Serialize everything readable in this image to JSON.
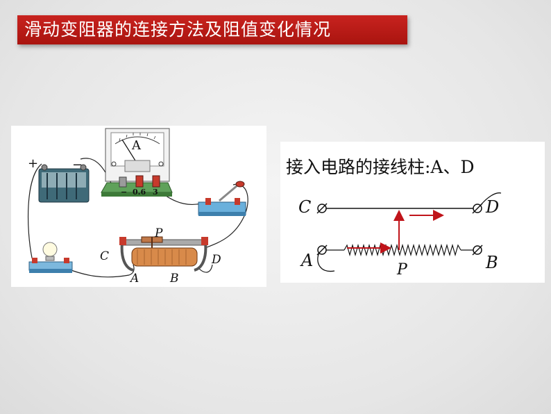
{
  "slide": {
    "title": "滑动变阻器的连接方法及阻值变化情况"
  },
  "circuit_photo": {
    "battery_plus": "+",
    "battery_minus": "−",
    "ammeter_symbol": "A",
    "ammeter_terminal_minus": "−",
    "ammeter_terminal_06": "0.6",
    "ammeter_terminal_3": "3",
    "label_p": "P",
    "label_c": "C",
    "label_d": "D",
    "label_a": "A",
    "label_b": "B"
  },
  "schematic": {
    "caption": "接入电路的接线柱:A、D",
    "label_c": "C",
    "label_d": "D",
    "label_a": "A",
    "label_b": "B",
    "label_p": "P"
  },
  "colors": {
    "banner": "#b8191a",
    "arrow": "#c0141a"
  }
}
